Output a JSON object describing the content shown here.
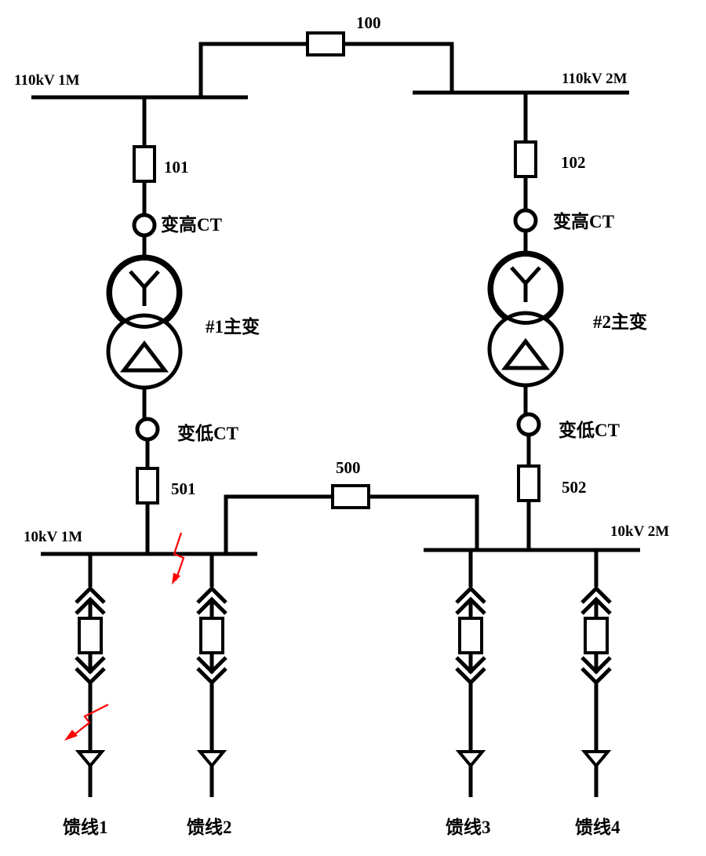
{
  "buses": {
    "hv_bus_1": "110kV 1M",
    "hv_bus_2": "110kV 2M",
    "lv_bus_1": "10kV 1M",
    "lv_bus_2": "10kV 2M"
  },
  "breakers": {
    "hv_tie": "100",
    "hv_1": "101",
    "hv_2": "102",
    "lv_tie": "500",
    "lv_1": "501",
    "lv_2": "502"
  },
  "current_transformers": {
    "t1_high": "变高CT",
    "t1_low": "变低CT",
    "t2_high": "变高CT",
    "t2_low": "变低CT"
  },
  "transformers": {
    "t1": "#1主变",
    "t2": "#2主变"
  },
  "feeders": [
    "馈线1",
    "馈线2",
    "馈线3",
    "馈线4"
  ],
  "colors": {
    "line": "#000000",
    "fault_marker": "#ff0000"
  }
}
